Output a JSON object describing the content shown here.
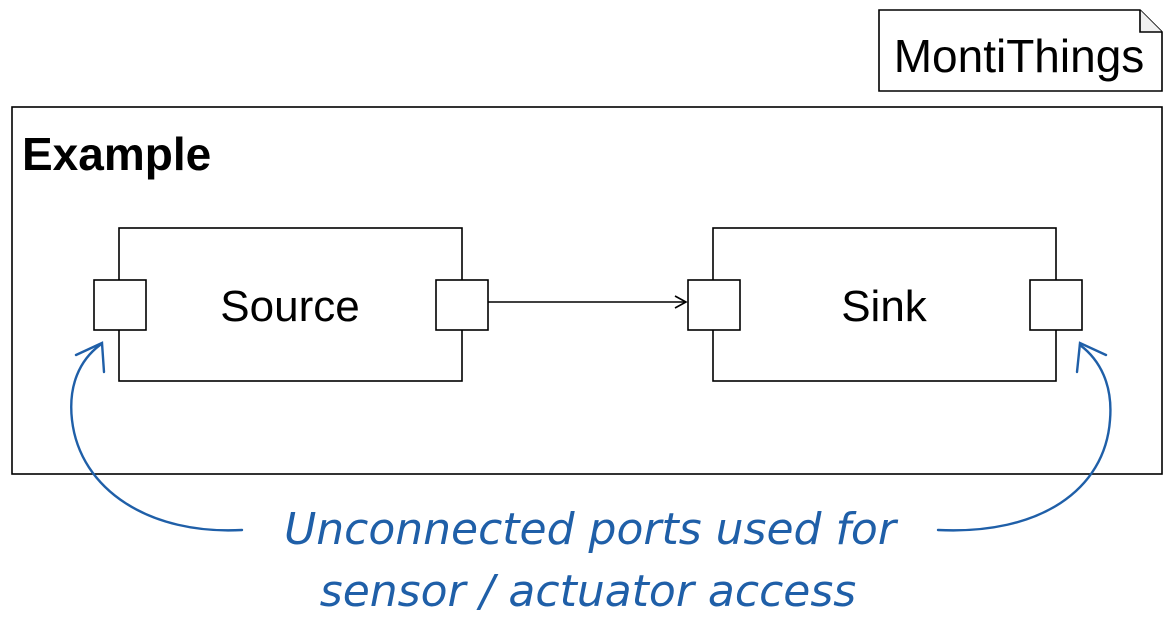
{
  "language_tag": "MontiThings",
  "container": {
    "name": "Example"
  },
  "components": {
    "source": {
      "name": "Source"
    },
    "sink": {
      "name": "Sink"
    }
  },
  "annotation": {
    "line1": "Unconnected ports used for",
    "line2": "sensor / actuator access",
    "color": "#1f5fa8"
  },
  "colors": {
    "stroke": "#000000",
    "fill": "#ffffff"
  }
}
